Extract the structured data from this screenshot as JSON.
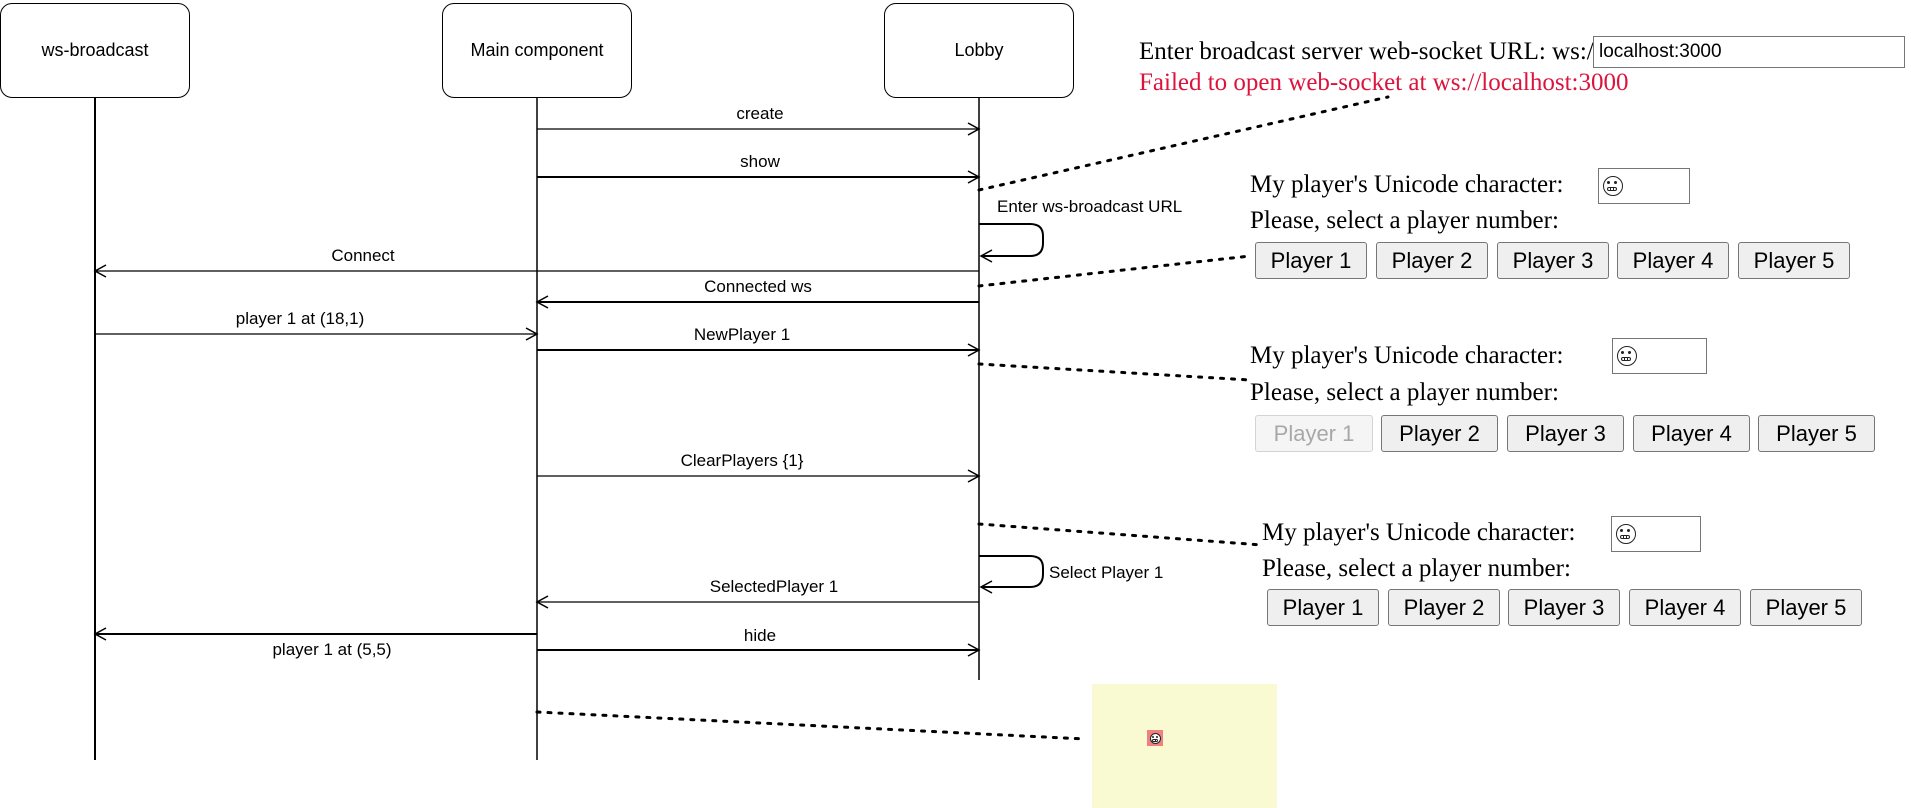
{
  "participants": [
    {
      "id": "ws",
      "label": "ws-broadcast"
    },
    {
      "id": "main",
      "label": "Main component"
    },
    {
      "id": "lobby",
      "label": "Lobby"
    }
  ],
  "messages": [
    {
      "label": "create"
    },
    {
      "label": "show"
    },
    {
      "label": "Enter ws-broadcast URL"
    },
    {
      "label": "Connect"
    },
    {
      "label": "Connected ws"
    },
    {
      "label": "player 1 at (18,1)"
    },
    {
      "label": "NewPlayer 1"
    },
    {
      "label": "ClearPlayers {1}"
    },
    {
      "label": "Select Player 1"
    },
    {
      "label": "SelectedPlayer 1"
    },
    {
      "label": "hide"
    },
    {
      "label": "player 1 at (5,5)"
    }
  ],
  "connect_screen": {
    "prompt": "Enter broadcast server web-socket URL: ws://",
    "url_value": "localhost:3000",
    "error": "Failed to open web-socket at ws://localhost:3000"
  },
  "lobby_screens": [
    {
      "char_label": "My player's Unicode character:",
      "number_label": "Please, select a player number:",
      "buttons": [
        {
          "label": "Player 1",
          "disabled": false
        },
        {
          "label": "Player 2",
          "disabled": false
        },
        {
          "label": "Player 3",
          "disabled": false
        },
        {
          "label": "Player 4",
          "disabled": false
        },
        {
          "label": "Player 5",
          "disabled": false
        }
      ]
    },
    {
      "char_label": "My player's Unicode character:",
      "number_label": "Please, select a player number:",
      "buttons": [
        {
          "label": "Player 1",
          "disabled": true
        },
        {
          "label": "Player 2",
          "disabled": false
        },
        {
          "label": "Player 3",
          "disabled": false
        },
        {
          "label": "Player 4",
          "disabled": false
        },
        {
          "label": "Player 5",
          "disabled": false
        }
      ]
    },
    {
      "char_label": "My player's Unicode character:",
      "number_label": "Please, select a player number:",
      "buttons": [
        {
          "label": "Player 1",
          "disabled": false
        },
        {
          "label": "Player 2",
          "disabled": false
        },
        {
          "label": "Player 3",
          "disabled": false
        },
        {
          "label": "Player 4",
          "disabled": false
        },
        {
          "label": "Player 5",
          "disabled": false
        }
      ]
    }
  ],
  "colors": {
    "error": "#dc143c",
    "game_bg": "#fafad2",
    "player_tile": "#f08080"
  },
  "icons": {
    "player_character": "grimacing-face-icon"
  }
}
